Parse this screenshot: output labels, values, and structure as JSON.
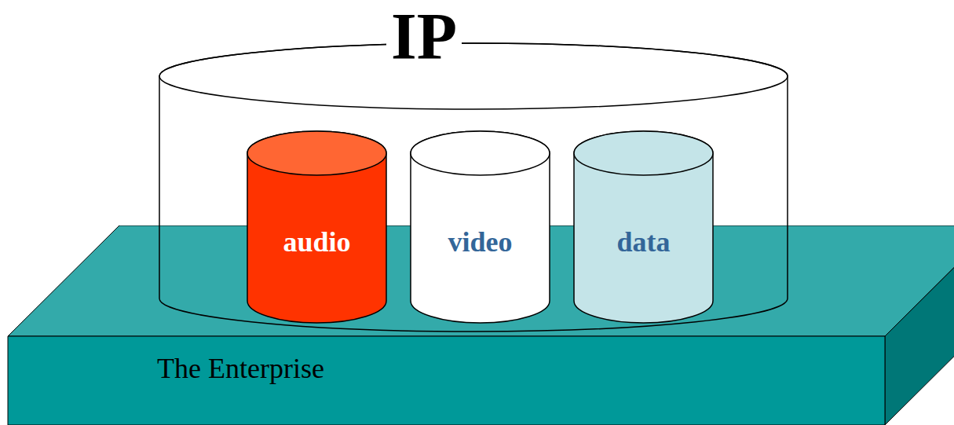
{
  "diagram": {
    "nodes": [
      {
        "text": [
          "IP"
        ]
      },
      {
        "text": [
          "audio"
        ],
        "in": 0
      },
      {
        "text": [
          "video"
        ],
        "in": 0
      },
      {
        "text": [
          "data"
        ],
        "in": 0
      },
      {
        "text": [
          "The Enterprise"
        ]
      }
    ]
  }
}
